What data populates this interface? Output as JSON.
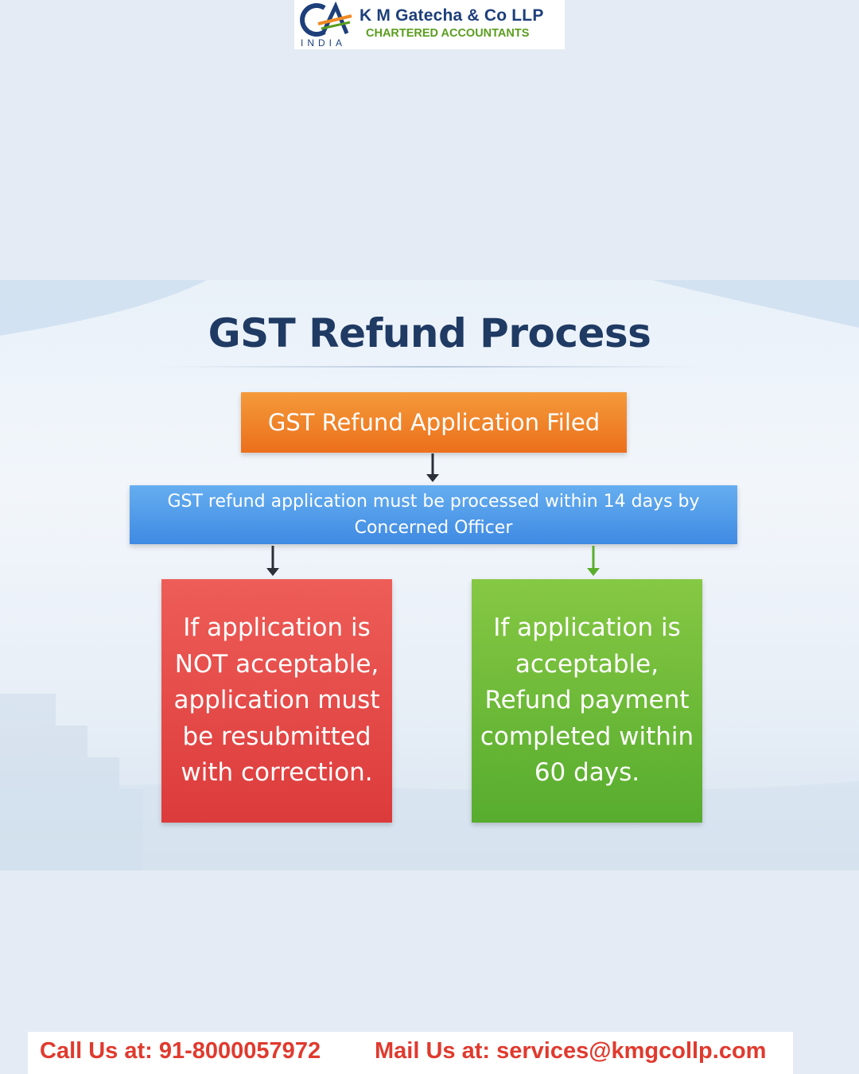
{
  "header": {
    "firm_name": "K M Gatecha & Co LLP",
    "firm_subtitle": "CHARTERED ACCOUNTANTS",
    "logo_text": "INDIA",
    "logo_colors": {
      "navy": "#1d3f7a",
      "green": "#5a9e1e",
      "orange": "#f08a24"
    }
  },
  "diagram": {
    "title": "GST Refund Process",
    "steps": {
      "filed": "GST Refund Application Filed",
      "processing": "GST refund application must be processed within 14 days by Concerned Officer",
      "not_acceptable": "If application is NOT acceptable, application must be resubmitted with correction.",
      "acceptable": "If application is acceptable, Refund payment completed within 60 days."
    },
    "colors": {
      "filed": "#ec7a24",
      "processing": "#4f97e8",
      "not_acceptable": "#e34a47",
      "acceptable": "#6bb83a",
      "title": "#1f3a63",
      "arrow_dark": "#2a2f38",
      "arrow_green": "#5aae2c"
    }
  },
  "footer": {
    "call": "Call Us at: 91-8000057972",
    "mail": "Mail Us at: services@kmgcollp.com",
    "text_color": "#e03a2e"
  }
}
